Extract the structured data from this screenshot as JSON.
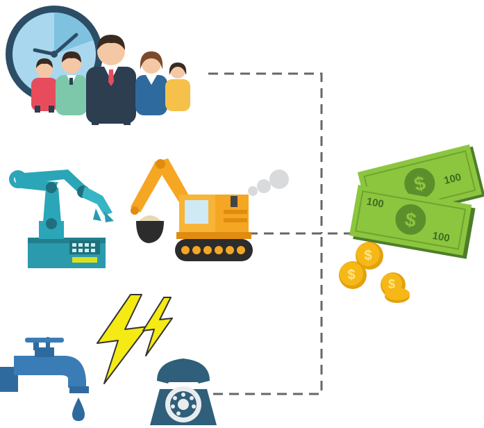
{
  "diagram": {
    "groups": [
      {
        "id": "labor",
        "icons": [
          "clock-icon",
          "people-group-icon"
        ]
      },
      {
        "id": "equipment",
        "icons": [
          "robot-arm-icon",
          "excavator-icon"
        ]
      },
      {
        "id": "utilities",
        "icons": [
          "water-tap-icon",
          "lightning-icon",
          "telephone-icon"
        ]
      },
      {
        "id": "money",
        "icons": [
          "banknote-icon",
          "coin-icon"
        ]
      }
    ],
    "bills": [
      {
        "denomination_left": "100",
        "denomination_right": "100",
        "symbol": "$"
      },
      {
        "denomination_left": "100",
        "denomination_right": "100",
        "symbol": "$"
      }
    ],
    "coin_symbol": "$",
    "colors": {
      "connector": "#666666",
      "bill_green": "#8cc63f",
      "bill_dark": "#4e7d2a",
      "coin_gold": "#f6b817",
      "excavator_orange": "#f5a623",
      "robot_teal": "#2aa6b8",
      "tap_blue": "#2f6a9e",
      "phone_navy": "#2f5f7a",
      "lightning_yellow": "#f5ea13"
    }
  }
}
